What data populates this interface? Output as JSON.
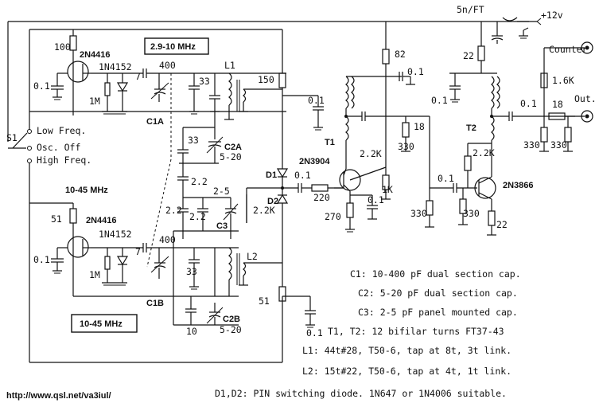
{
  "supply": {
    "rail": "5n/FT",
    "voltage": "+12v"
  },
  "switch": {
    "name": "S1",
    "positions": [
      "Low Freq.",
      "Osc. Off",
      "High Freq."
    ]
  },
  "ranges": {
    "low_box": "2.9-10 MHz",
    "high_box": "10-45 MHz",
    "high_label": "10-45 MHz"
  },
  "upper_osc": {
    "resistor": "100",
    "fet": "2N4416",
    "diode": "1N4152",
    "cap1": "0.1",
    "res2": "1M",
    "cap2": "7",
    "cap3": "400",
    "cap4": "33",
    "coil": "L1",
    "tuning": "C1A"
  },
  "lower_osc": {
    "resistor": "51",
    "fet": "2N4416",
    "diode": "1N4152",
    "cap1": "0.1",
    "res2": "1M",
    "cap2": "7",
    "cap3": "400",
    "cap4": "33",
    "coil": "L2",
    "tuning": "C1B"
  },
  "trim_upper": {
    "cap_a": "33",
    "c2a": "C2A",
    "range": "5-20",
    "c2": "2.2"
  },
  "trim_lower": {
    "cap_a": "10",
    "c2b": "C2B",
    "range": "5-20"
  },
  "panel": {
    "c3": "C3",
    "c3_range": "2-5",
    "c_a": "2.2",
    "c_b": "2.2"
  },
  "switching": {
    "r_top": "150",
    "c_top": "0.1",
    "d1": "D1",
    "d2": "D2",
    "r_bias": "2.2K",
    "r_bot": "51",
    "c_bot": "0.1",
    "c_out": "0.1",
    "r_out": "220"
  },
  "buffer": {
    "r_top": "82",
    "c_top": "0.1",
    "t1": "T1",
    "transistor": "2N3904",
    "r_e": "270",
    "r_b": "2.2K",
    "r_b2": "1K",
    "c_e": "0.1",
    "r_18": "18",
    "r_330": "330"
  },
  "amp": {
    "r_top": "22",
    "c_top": "0.1",
    "t2": "T2",
    "transistor": "2N3866",
    "r_b": "2.2K",
    "c_in": "0.1",
    "r_in": "330",
    "r_e": "330",
    "r_e2": "22",
    "r_in2": "330"
  },
  "outputs": {
    "counter": "Counter",
    "r_counter": "1.6K",
    "c_out": "0.1",
    "r_series": "18",
    "out": "Out.",
    "r_330a": "330",
    "r_330b": "330"
  },
  "notes": [
    "C1: 10-400 pF dual section cap.",
    "C2: 5-20 pF dual section cap.",
    "C3: 2-5 pF panel mounted cap.",
    "T1, T2: 12 bifilar turns FT37-43",
    "L1: 44t#28, T50-6, tap at 8t, 3t link.",
    "L2: 15t#22, T50-6, tap at 4t, 1t link.",
    "D1,D2: PIN switching diode. 1N647 or 1N4006 suitable."
  ],
  "url": "http://www.qsl.net/va3iul/"
}
